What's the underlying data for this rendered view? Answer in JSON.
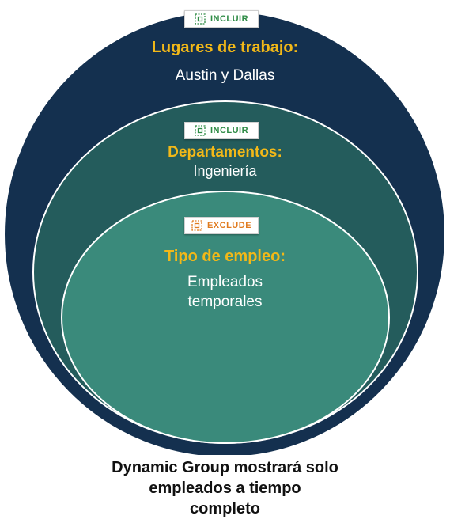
{
  "outer": {
    "badge": "INCLUIR",
    "heading": "Lugares de trabajo:",
    "value": "Austin y Dallas",
    "fill": "#14304f"
  },
  "middle": {
    "badge": "INCLUIR",
    "heading": "Departamentos:",
    "value": "Ingeniería",
    "fill": "#245c5c"
  },
  "inner": {
    "badge": "EXCLUDE",
    "heading": "Tipo de empleo:",
    "value_line1": "Empleados",
    "value_line2": "temporales",
    "fill": "#3a8a7b"
  },
  "caption": {
    "line1": "Dynamic Group mostrará solo",
    "line2": "empleados a tiempo",
    "line3": "completo"
  },
  "colors": {
    "heading": "#f2b818",
    "include": "#2e8b45",
    "exclude": "#e07b1f"
  }
}
